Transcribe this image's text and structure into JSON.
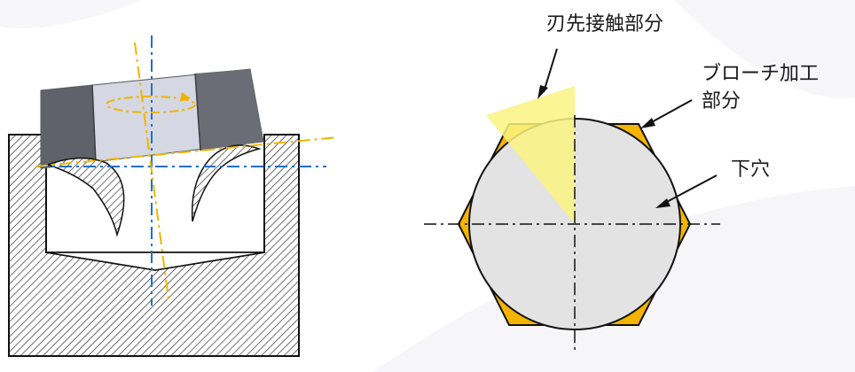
{
  "labels": {
    "edge_contact": "刃先接触部分",
    "broach_line1": "ブローチ加工",
    "broach_line2": "部分",
    "pilot_hole": "下穴"
  },
  "colors": {
    "tool_dark": "#5f626b",
    "tool_light": "#d5d8e3",
    "workpiece_hatch": "#222222",
    "axis_orange": "#f0b400",
    "axis_blue": "#1f6fd0",
    "broach_orange": "#f5b400",
    "contact_yellow": "#faf380",
    "hole_fill": "#e3e3e3"
  }
}
